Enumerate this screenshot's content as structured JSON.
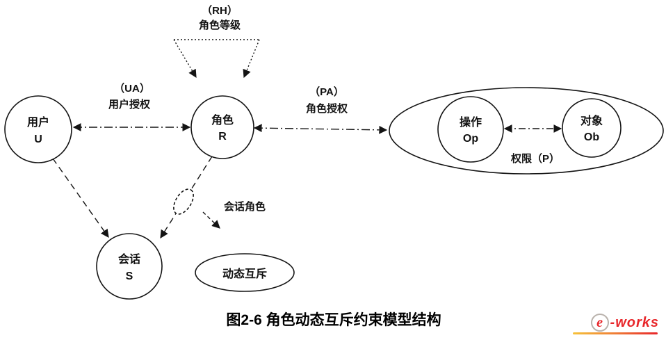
{
  "caption": "图2-6 角色动态互斥约束模型结构",
  "nodes": {
    "user": {
      "name": "用户",
      "symbol": "U"
    },
    "role": {
      "name": "角色",
      "symbol": "R"
    },
    "session": {
      "name": "会话",
      "symbol": "S"
    },
    "operation": {
      "name": "操作",
      "symbol": "Op"
    },
    "object": {
      "name": "对象",
      "symbol": "Ob"
    },
    "dynamic_mutex": "动态互斥"
  },
  "labels": {
    "rh_abbr": "（RH）",
    "rh_name": "角色等级",
    "ua_abbr": "（UA）",
    "ua_name": "用户授权",
    "pa_abbr": "（PA）",
    "pa_name": "角色授权",
    "permission": "权限（P）",
    "session_role": "会话角色"
  },
  "logo": {
    "e": "e",
    "rest": "-works"
  },
  "colors": {
    "line": "#141414",
    "logo_red": "#e8262a",
    "logo_orange": "#ef7d36"
  }
}
